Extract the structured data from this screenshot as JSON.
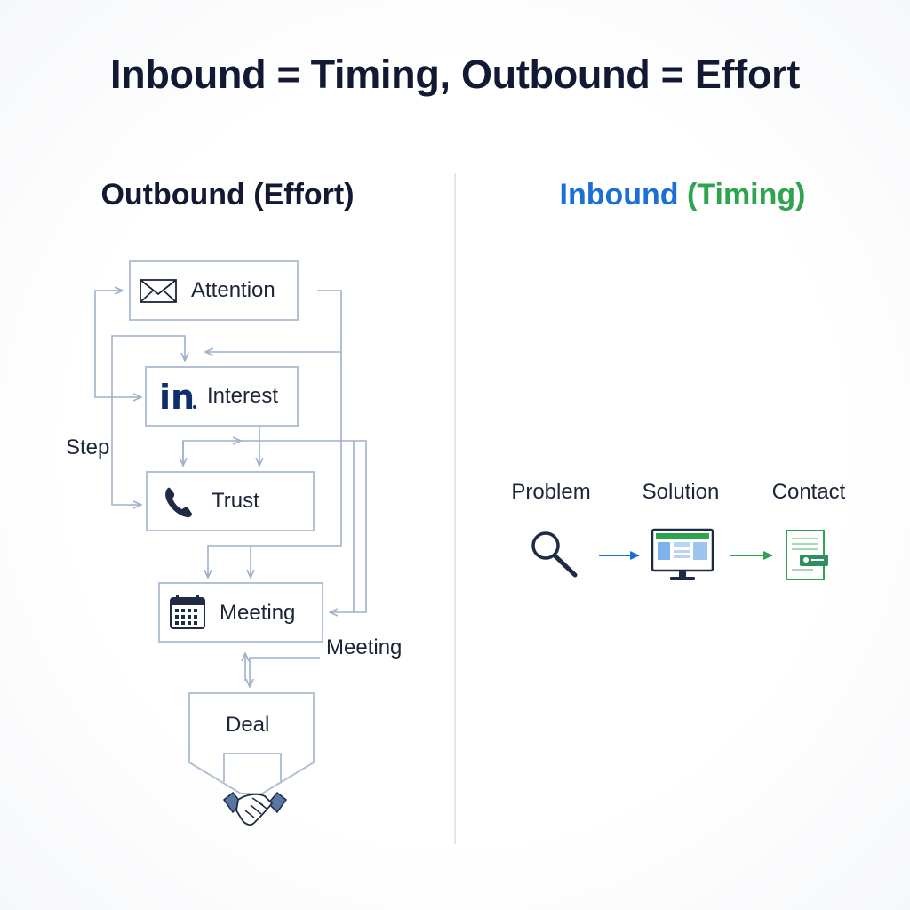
{
  "title": "Inbound = Timing, Outbound = Effort",
  "outbound": {
    "title": "Outbound (Effort)",
    "steps": [
      {
        "label": "Attention",
        "icon": "envelope-icon"
      },
      {
        "label": "Interest",
        "icon": "linkedin-icon"
      },
      {
        "label": "Trust",
        "icon": "phone-icon"
      },
      {
        "label": "Meeting",
        "icon": "calendar-icon"
      },
      {
        "label": "Deal",
        "icon": "handshake-icon"
      }
    ],
    "step_label": "Step",
    "meeting_label": "Meeting"
  },
  "inbound": {
    "title_part1": "Inbound",
    "title_part2": "(Timing)",
    "stages": [
      {
        "label": "Problem",
        "icon": "magnifier-icon"
      },
      {
        "label": "Solution",
        "icon": "monitor-icon"
      },
      {
        "label": "Contact",
        "icon": "contact-form-icon"
      }
    ]
  },
  "colors": {
    "navy": "#121a33",
    "blue": "#1c6fd6",
    "green": "#2fa44f",
    "connector": "#9fb0cc",
    "box_border": "#b4c0d6"
  }
}
